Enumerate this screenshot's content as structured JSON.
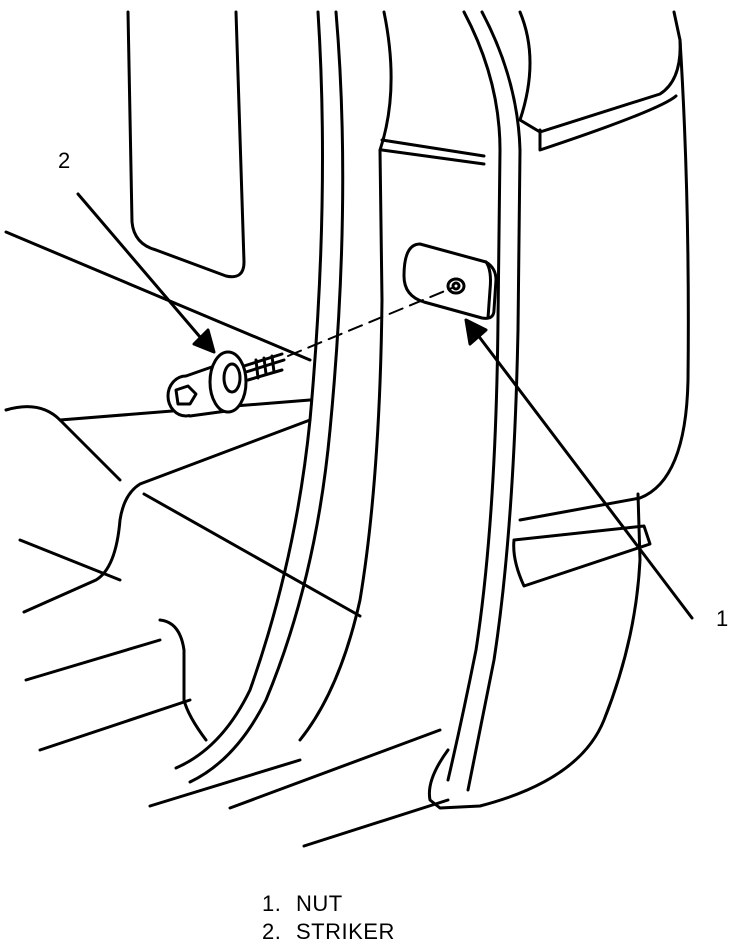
{
  "callouts": {
    "nut_number": "1",
    "striker_number": "2"
  },
  "legend": {
    "items": [
      {
        "number": "1.",
        "label": "NUT"
      },
      {
        "number": "2.",
        "label": "STRIKER"
      }
    ]
  },
  "colors": {
    "line": "#000000",
    "background": "#ffffff",
    "part_fill": "#ffffff"
  }
}
